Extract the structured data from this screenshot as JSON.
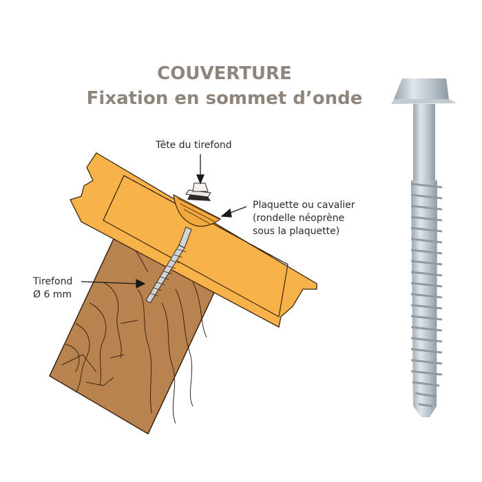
{
  "title": {
    "line1": "COUVERTURE",
    "line2": "Fixation en sommet d’onde"
  },
  "labels": {
    "head": "Tête du tirefond",
    "washer_l1": "Plaquette ou cavalier",
    "washer_l2": "(rondelle néoprène",
    "washer_l3": "sous la plaquette)",
    "screw_l1": "Tirefond",
    "screw_l2": "Ø 6 mm"
  },
  "colors": {
    "title": "#8f857c",
    "sheet": "#f7b24a",
    "wood": "#b8834f",
    "outline": "#3a2410",
    "screw": "#b9c3cb"
  }
}
